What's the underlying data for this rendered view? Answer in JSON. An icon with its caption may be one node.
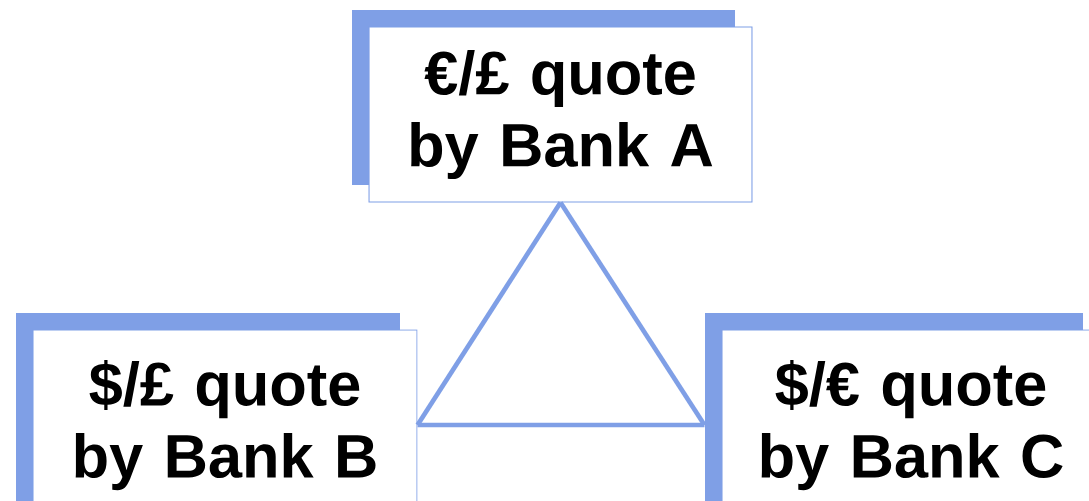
{
  "diagram": {
    "nodes": [
      {
        "text": [
          "€/£ quote by Bank A"
        ]
      },
      {
        "text": [
          "$/£ quote by Bank B"
        ]
      },
      {
        "text": [
          "$/€ quote by Bank C"
        ]
      }
    ],
    "edges": [
      {
        "from": 0,
        "to": 1,
        "arrow": "none"
      },
      {
        "from": 1,
        "to": 2,
        "arrow": "none"
      },
      {
        "from": 2,
        "to": 0,
        "arrow": "none"
      }
    ]
  }
}
